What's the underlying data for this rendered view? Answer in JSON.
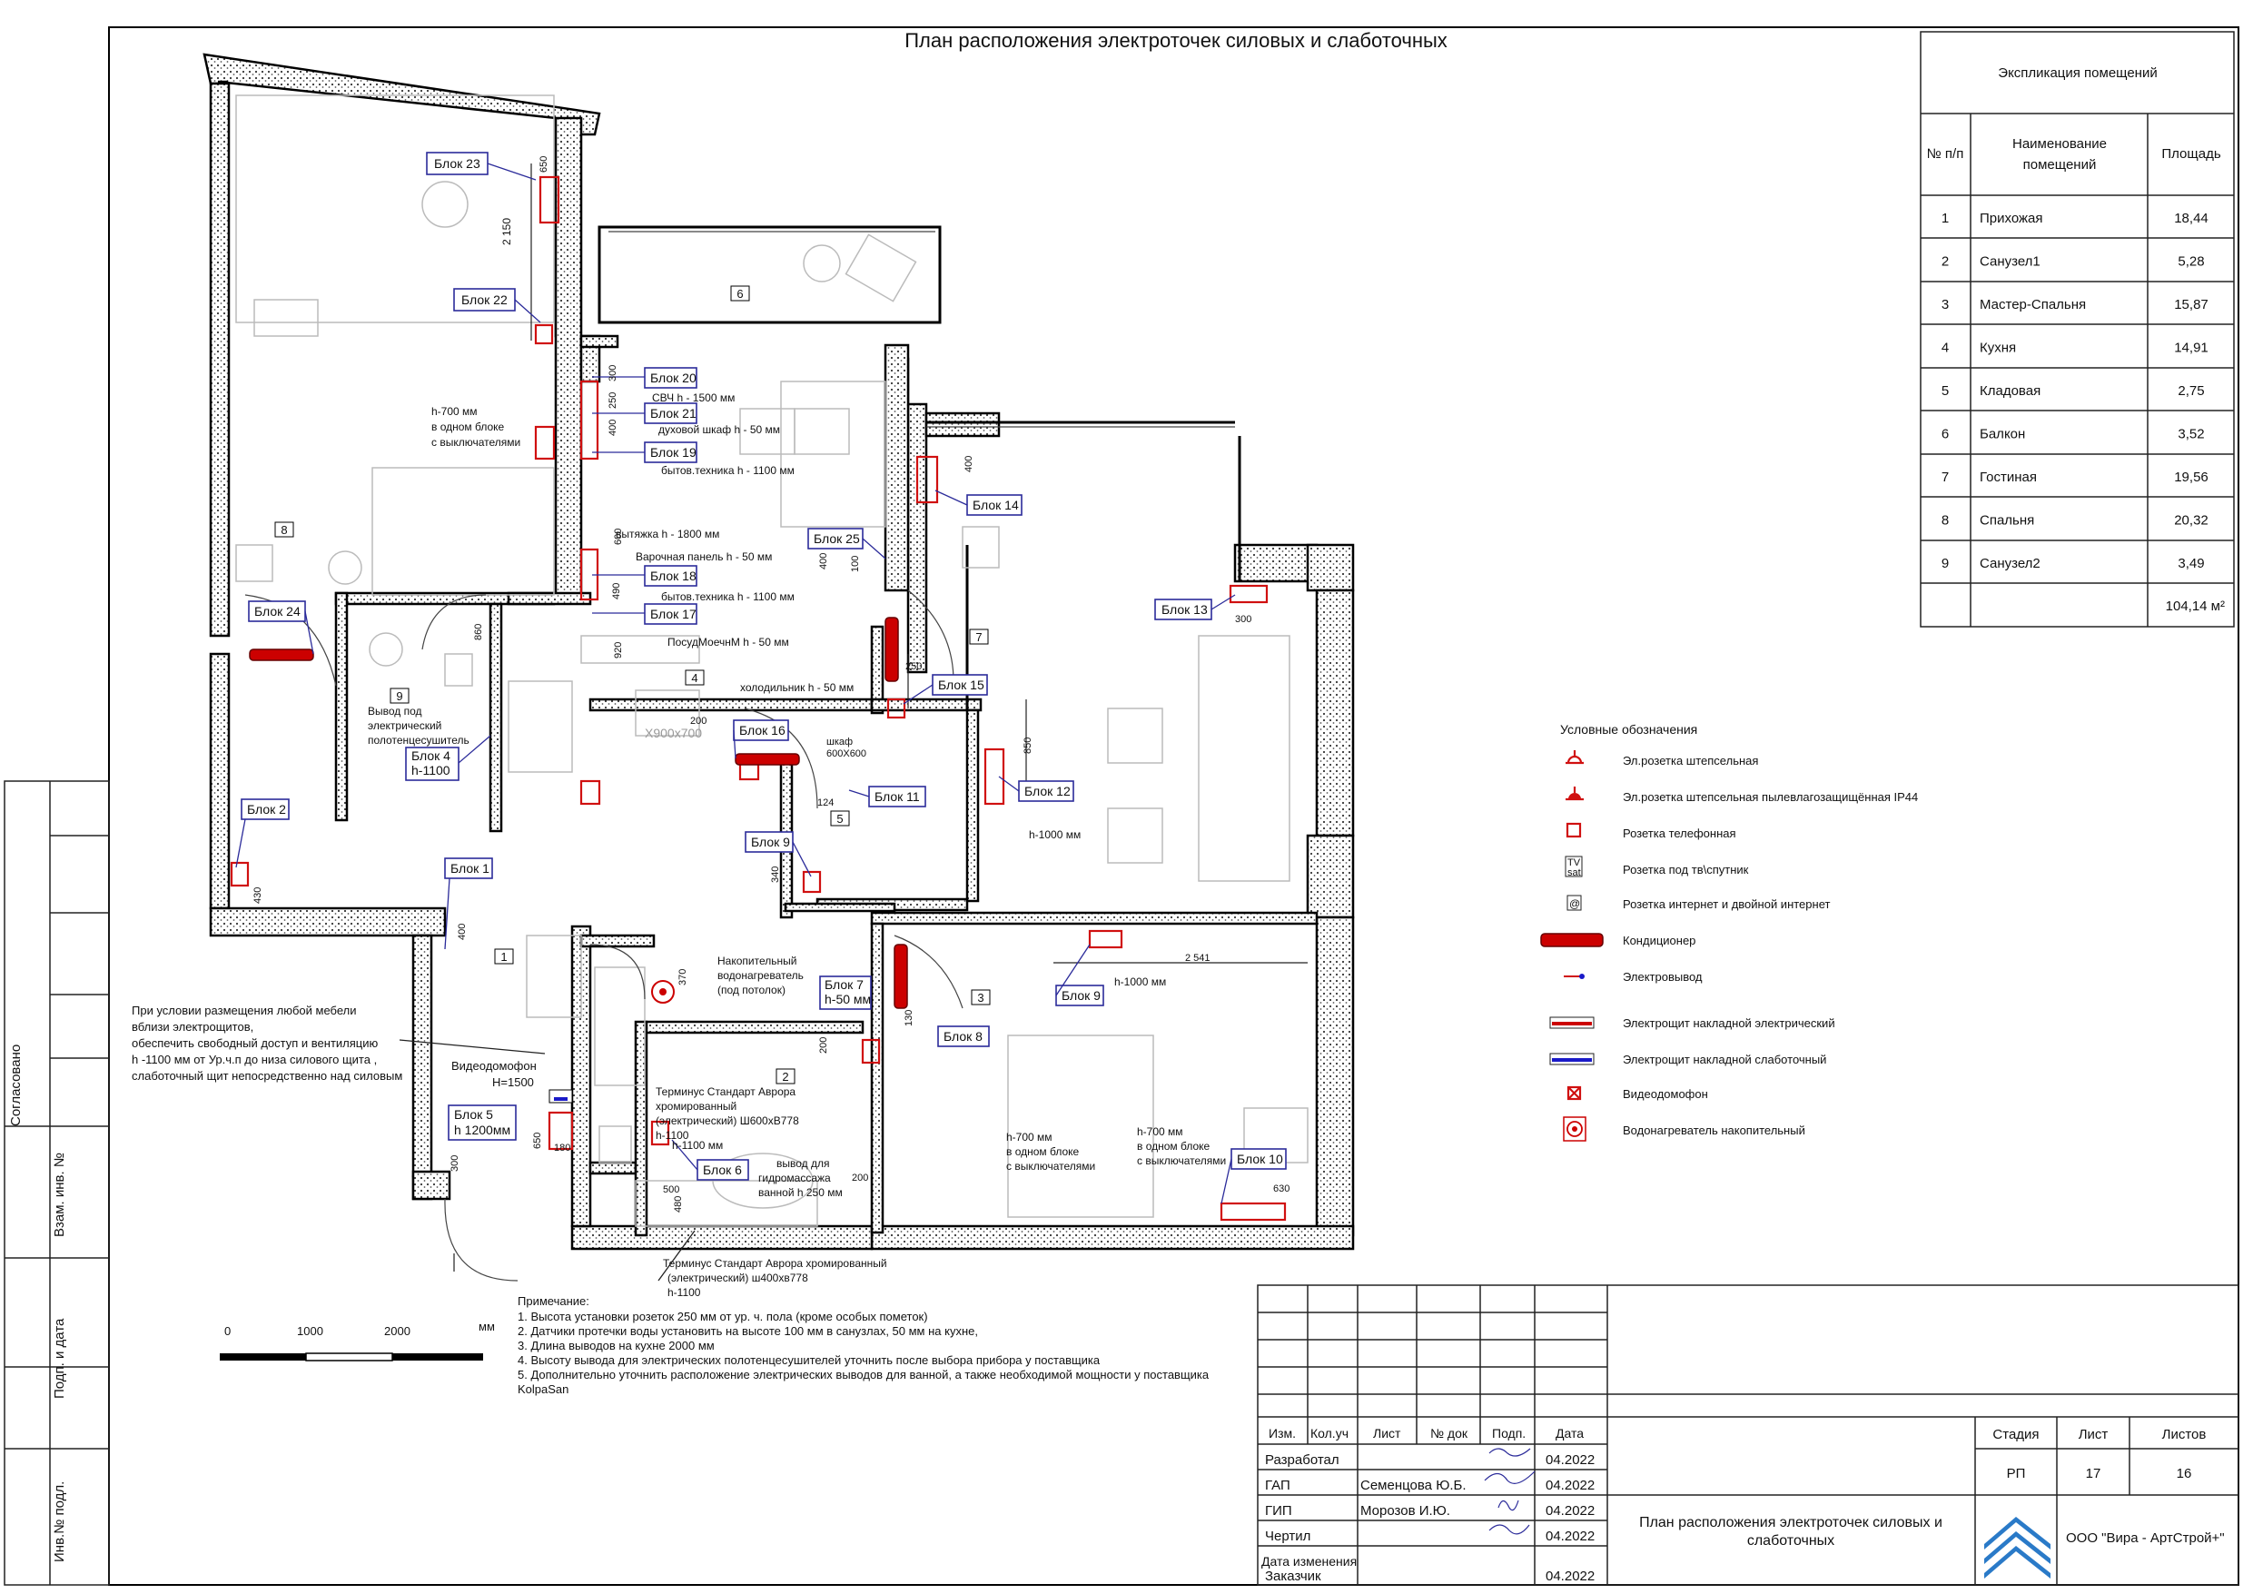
{
  "title": "План расположения электроточек силовых и слаботочных",
  "rooms_table": {
    "header": "Экспликация помещений",
    "col_num": "№ п/п",
    "col_name": "Наименование помещений",
    "col_area": "Площадь",
    "rows": [
      {
        "num": "1",
        "name": "Прихожая",
        "area": "18,44"
      },
      {
        "num": "2",
        "name": "Санузел1",
        "area": "5,28"
      },
      {
        "num": "3",
        "name": "Мастер-Спальня",
        "area": "15,87"
      },
      {
        "num": "4",
        "name": "Кухня",
        "area": "14,91"
      },
      {
        "num": "5",
        "name": "Кладовая",
        "area": "2,75"
      },
      {
        "num": "6",
        "name": "Балкон",
        "area": "3,52"
      },
      {
        "num": "7",
        "name": "Гостиная",
        "area": "19,56"
      },
      {
        "num": "8",
        "name": "Спальня",
        "area": "20,32"
      },
      {
        "num": "9",
        "name": "Санузел2",
        "area": "3,49"
      }
    ],
    "total": "104,14 м²"
  },
  "legend": {
    "title": "Условные обозначения",
    "items": [
      {
        "icon": "socket-icon",
        "label": "Эл.розетка штепсельная"
      },
      {
        "icon": "waterproof-socket-icon",
        "label": "Эл.розетка штепсельная пылевлагозащищённая IP44"
      },
      {
        "icon": "phone-socket-icon",
        "label": "Розетка   телефонная"
      },
      {
        "icon": "tv-socket-icon",
        "label": "Розетка под тв\\спутник"
      },
      {
        "icon": "internet-socket-icon",
        "label": "Розетка интернет и двойной интернет"
      },
      {
        "icon": "air-conditioner-icon",
        "label": "Кондиционер"
      },
      {
        "icon": "power-outlet-icon",
        "label": "Электровывод"
      },
      {
        "icon": "power-panel-icon",
        "label": "Электрощит накладной электрический"
      },
      {
        "icon": "lowvoltage-panel-icon",
        "label": "Электрощит накладной слаботочный"
      },
      {
        "icon": "intercom-icon",
        "label": "Видеодомофон"
      },
      {
        "icon": "water-heater-icon",
        "label": "Водонагреватель накопительный"
      }
    ],
    "tv_glyph": "TV",
    "sat_glyph": "sat",
    "at_glyph": "@"
  },
  "blocks": [
    "Блок 23",
    "Блок 22",
    "Блок 20",
    "Блок 21",
    "Блок 19",
    "Блок 18",
    "Блок 17",
    "Блок 25",
    "Блок 14",
    "Блок 13",
    "Блок 24",
    "Блок 15",
    "Блок 16",
    "Блок 4\nh-1100",
    "Блок 12",
    "Блок 11",
    "Блок 2",
    "Блок 9",
    "Блок 1",
    "Блок 7\nh-50 мм",
    "Блок 8",
    "Блок 9",
    "Блок 5\nh 1200мм",
    "Блок 6",
    "Блок 10"
  ],
  "room_numbers": [
    "1",
    "2",
    "3",
    "4",
    "5",
    "6",
    "7",
    "8",
    "9"
  ],
  "plan_notes": {
    "svch": "СВЧ h - 1500 мм",
    "oven": "духовой шкаф h - 50 мм",
    "appl1": "бытов.техника h - 1100 мм",
    "hood": "вытяжка h - 1800 мм",
    "hob": "Варочная панель h - 50 мм",
    "appl2": "бытов.техника h - 1100 мм",
    "dish": "ПосудМоечнМ h - 50 мм",
    "fridge": "холодильник h - 50 мм",
    "bed_left": "h-700 мм\nв одном блоке\nс выключателями",
    "towel": "Вывод под\nэлектрический\nполотенцесушитель",
    "h1000a": "h-1000 мм",
    "h1000b": "h-1000 мм",
    "heater": "Накопительный\nводонагреватель\n(под потолок)",
    "mebel": "При условии размещения любой мебели\nвблизи электрощитов,\nобеспечить свободный доступ и вентиляцию\nh -1100 мм от Ур.ч.п до низа силового щита ,\nслаботочный щит непосредственно над силовым",
    "intercom": "Видеодомофон\nH=1500",
    "terminus1": "Терминус Стандарт Аврора\nхромированный\n(электрический) Ш600хВ778\nh-1100",
    "h1100": "h-1100 мм",
    "jacuzzi": "вывод для\nгидромассажа\nванной h 250 мм",
    "bed_mid": "h-700 мм\nв одном блоке\nс выключателями",
    "bed_right": "h-700 мм\nв одном блоке\nс выключателями",
    "terminus2": "Терминус Стандарт Аврора хромированный\n(электрический) ш400хв778\nh-1100",
    "cabinet": "шкаф\n600Х600",
    "x900": "Х900х700"
  },
  "dims": [
    "650",
    "2 150",
    "300",
    "250",
    "400",
    "400",
    "490",
    "600",
    "920",
    "860",
    "100",
    "200",
    "250",
    "850",
    "124",
    "340",
    "430",
    "400",
    "370",
    "300",
    "650",
    "180",
    "200",
    "500",
    "480",
    "200",
    "630",
    "300",
    "2 541",
    "130",
    "400"
  ],
  "notes": {
    "title": "Примечание:",
    "lines": [
      "1. Высота установки розеток 250 мм от ур. ч. пола (кроме особых пометок)",
      "2. Датчики протечки воды установить на высоте 100 мм в санузлах, 50 мм   на кухне,",
      "3. Длина выводов на кухне 2000 мм",
      "4. Высоту вывода для электрических полотенцесушителей уточнить после выбора прибора у поставщика",
      "5. Дополнительно уточнить расположение электрических выводов для ванной, а также необходимой мощности  у поставщика",
      "KolpaSan"
    ]
  },
  "scale": {
    "t0": "0",
    "t1": "1000",
    "t2": "2000",
    "unit": "мм"
  },
  "side_stamp": {
    "a": "Согласовано",
    "b": "Взам. инв. №",
    "c": "Подп. и дата",
    "d": "Инв.№ подл."
  },
  "title_block": {
    "col_izm": "Изм.",
    "col_kol": "Кол.уч",
    "col_list": "Лист",
    "col_doc": "№ док",
    "col_podp": "Подп.",
    "col_date": "Дата",
    "rows": [
      {
        "role": "Разработал",
        "name": "",
        "date": "04.2022"
      },
      {
        "role": "ГАП",
        "name": "Семенцова Ю.Б.",
        "date": "04.2022"
      },
      {
        "role": "ГИП",
        "name": "Морозов И.Ю.",
        "date": "04.2022"
      },
      {
        "role": "Чертил",
        "name": "",
        "date": "04.2022"
      },
      {
        "role": "Дата изменения",
        "name": "",
        "date": ""
      },
      {
        "role": "Заказчик",
        "name": "",
        "date": "04.2022"
      }
    ],
    "stage_label": "Стадия",
    "sheet_label": "Лист",
    "sheets_label": "Листов",
    "stage": "РП",
    "sheet": "17",
    "sheets": "16",
    "drawing_title": "План расположения электроточек силовых и\nслаботочных",
    "company": "ООО \"Вира - АртСтрой+\""
  }
}
